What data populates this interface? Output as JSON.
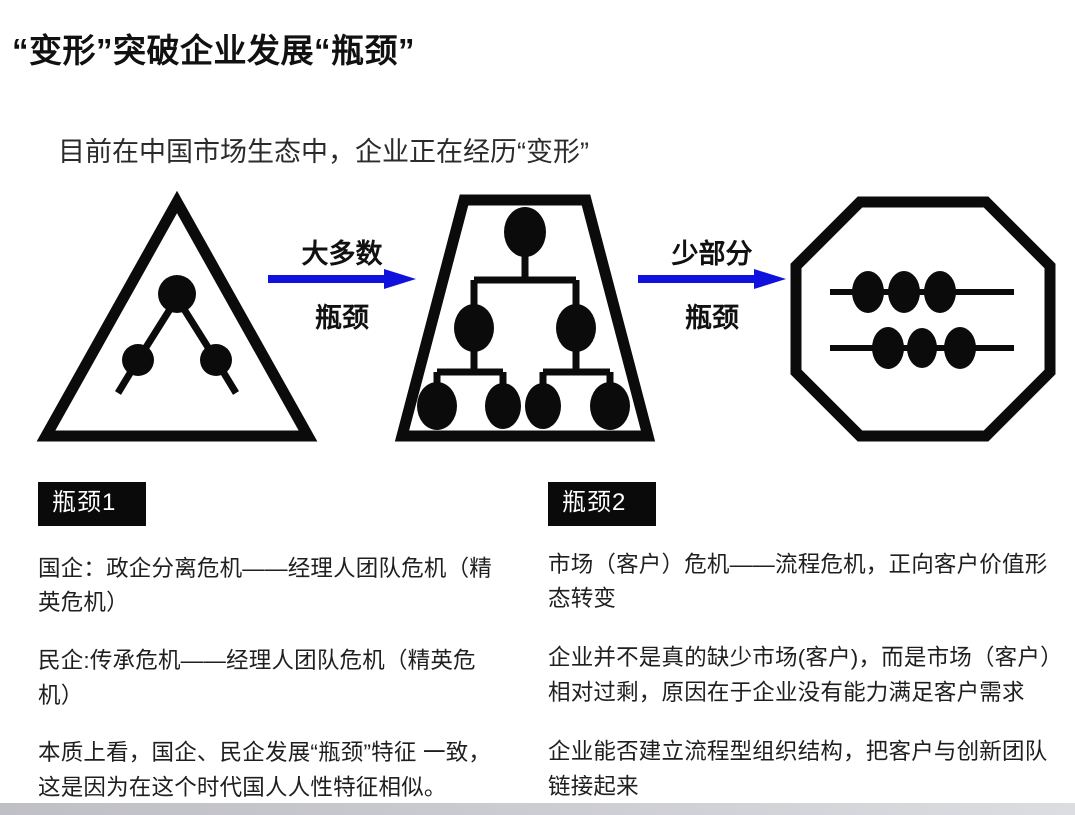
{
  "slide": {
    "title": "“变形”突破企业发展“瓶颈”",
    "subtitle": "目前在中国市场生态中，企业正在经历“变形”"
  },
  "colors": {
    "arrow": "#1111dd",
    "badge_bg": "#0a0a0a",
    "badge_text": "#ffffff",
    "ink": "#111111",
    "bottom_strip": "#c7c8ce"
  },
  "diagram": {
    "stages": [
      {
        "shape": "triangle",
        "name": "pyramid-organization",
        "nodes": 3,
        "description": "三角形内部 V 形层级节点"
      },
      {
        "shape": "trapezoid",
        "name": "flattened-hierarchy-organization",
        "nodes": 7,
        "description": "梯形内部三层组织结构树"
      },
      {
        "shape": "octagon",
        "name": "process-based-organization",
        "nodes": 6,
        "description": "八边形内部两条横线串联节点"
      }
    ],
    "arrows": [
      {
        "name": "arrow-majority",
        "top_label": "大多数",
        "bottom_label": "瓶颈"
      },
      {
        "name": "arrow-minority",
        "top_label": "少部分",
        "bottom_label": "瓶颈"
      }
    ]
  },
  "columns": {
    "left": {
      "badge": "瓶颈1",
      "paragraphs": [
        "国企：政企分离危机——经理人团队危机（精英危机）",
        "民企:传承危机——经理人团队危机（精英危机）",
        "本质上看，国企、民企发展“瓶颈”特征 一致，这是因为在这个时代国人人性特征相似。"
      ]
    },
    "right": {
      "badge": "瓶颈2",
      "paragraphs": [
        "市场（客户）危机——流程危机，正向客户价值形态转变",
        "企业并不是真的缺少市场(客户)，而是市场（客户）相对过剩，原因在于企业没有能力满足客户需求",
        "企业能否建立流程型组织结构，把客户与创新团队链接起来"
      ]
    }
  }
}
